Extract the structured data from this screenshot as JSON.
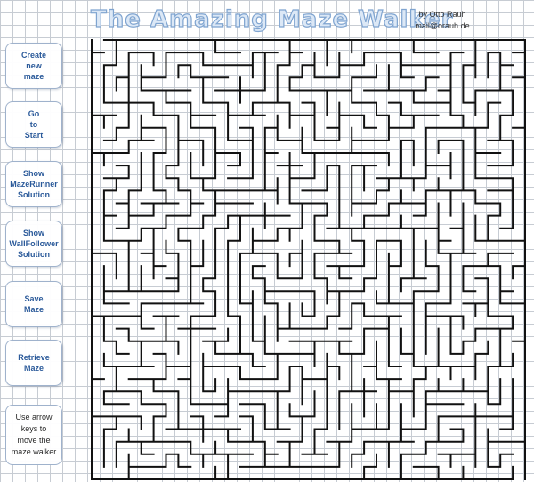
{
  "header": {
    "title": "The Amazing Maze Walker",
    "author": "by Otto Rauh",
    "email": "mail@orauh.de"
  },
  "sidebar": {
    "buttons": [
      {
        "name": "create-new-maze-button",
        "label": "Create\nnew\nmaze"
      },
      {
        "name": "go-to-start-button",
        "label": "Go\nto\nStart"
      },
      {
        "name": "show-mazerunner-solution-button",
        "label": "Show\nMazeRunner\nSolution"
      },
      {
        "name": "show-wallfollower-solution-button",
        "label": "Show\nWallFollower\nSolution"
      },
      {
        "name": "save-maze-button",
        "label": "Save\nMaze"
      },
      {
        "name": "retrieve-maze-button",
        "label": "Retrieve\nMaze"
      }
    ],
    "hint": "Use arrow\nkeys to\nmove the\nmaze walker"
  },
  "colors": {
    "grid": "#c7ccd3",
    "wall": "#111111",
    "button_text": "#2b5a9a",
    "button_border": "#9fb2cc",
    "title_fill": "#dce8f6",
    "title_stroke": "#7fa4d0"
  }
}
